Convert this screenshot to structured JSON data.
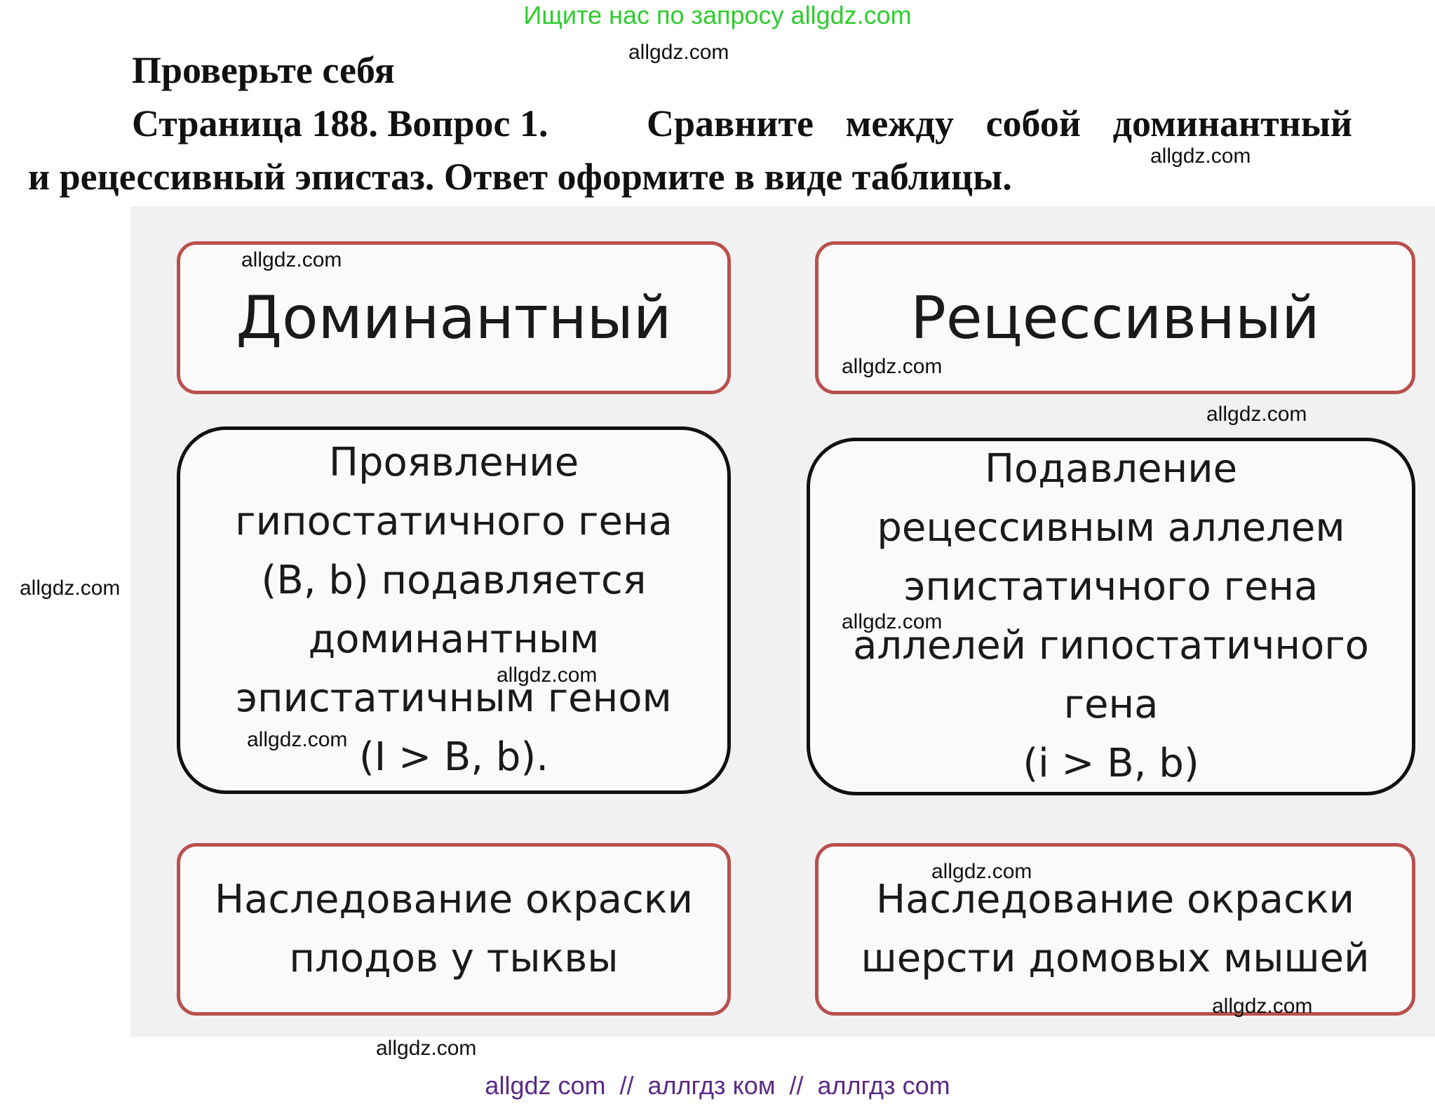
{
  "top_banner": "Ищите нас по запросу allgdz.com",
  "heading": {
    "check_yourself": "Проверьте себя",
    "question_label": "Страница 188. Вопрос 1.",
    "question_text_line1": "Сравните между собой доминантный",
    "question_text_line2": "и рецессивный эпистаз. Ответ оформите в виде таблицы."
  },
  "table": {
    "dominant": {
      "title": "Доминантный",
      "description": "Проявление\nгипостатичного гена\n(B, b) подавляется\nдоминантным\nэпистатичным геном\n(I > B, b).",
      "example": "Наследование окраски\nплодов у тыквы"
    },
    "recessive": {
      "title": "Рецессивный",
      "description": "Подавление\nрецессивным аллелем\nэпистатичного гена\nаллелей гипостатичного\nгена\n(i > B, b)",
      "example": "Наследование окраски\nшерсти домовых мышей"
    }
  },
  "watermark": "allgdz.com",
  "footer": "allgdz com  //  аллгдз ком  //  аллгдз com",
  "colors": {
    "banner_green": "#2ecc2e",
    "footer_purple": "#5b2a86",
    "red_border": "#b9504c",
    "black_border": "#111111",
    "panel_bg": "#f1f1f1"
  }
}
